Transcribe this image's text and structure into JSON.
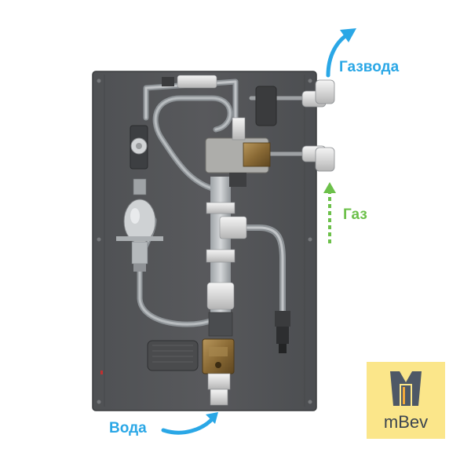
{
  "labels": {
    "sparkling_water": "Газвода",
    "gas": "Газ",
    "water": "Вода"
  },
  "logo": {
    "text": "mBev"
  },
  "colors": {
    "water_blue": "#2aa7e6",
    "gas_green": "#6cc04a",
    "panel": "#55575a",
    "logo_bg": "#fbe68a"
  }
}
